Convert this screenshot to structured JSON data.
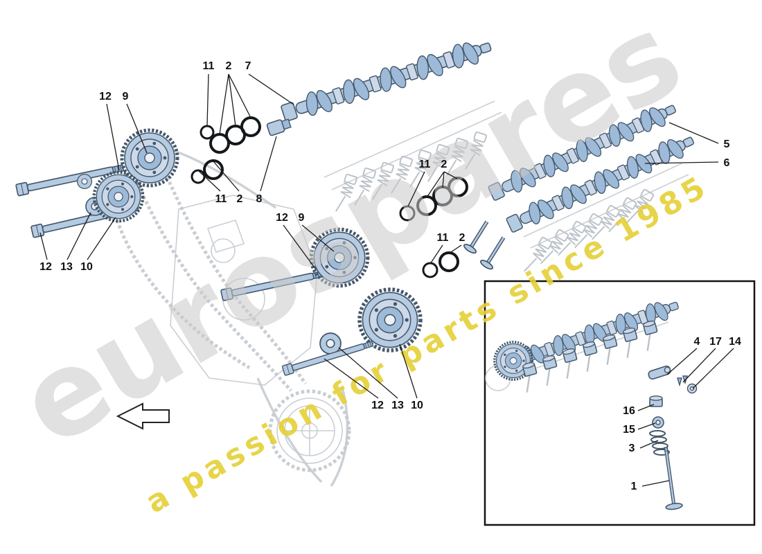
{
  "watermark": {
    "brand": "eurospares",
    "tagline": "a passion for parts since 1985",
    "brand_color": "#c9c9c9",
    "tagline_color": "#e4cf35"
  },
  "palette": {
    "part_blue": "#b5cbe2",
    "part_outline": "#44576b",
    "faint_gray": "#c7ccd2",
    "seal_black": "#15181b",
    "label_black": "#101010"
  },
  "callouts": [
    {
      "name": "bolt-upper-left",
      "text": "12"
    },
    {
      "name": "variator-upper-left",
      "text": "9"
    },
    {
      "name": "seal-top",
      "text": "11"
    },
    {
      "name": "oring-top",
      "text": "2"
    },
    {
      "name": "exhaust-camshaft",
      "text": "7"
    },
    {
      "name": "seal-left",
      "text": "11"
    },
    {
      "name": "oring-left",
      "text": "2"
    },
    {
      "name": "cam-end-cap",
      "text": "8"
    },
    {
      "name": "intake-camshaft-upper",
      "text": "5"
    },
    {
      "name": "intake-camshaft-lower",
      "text": "6"
    },
    {
      "name": "seal-mid",
      "text": "11"
    },
    {
      "name": "oring-mid",
      "text": "2"
    },
    {
      "name": "bolt-center",
      "text": "12"
    },
    {
      "name": "variator-center",
      "text": "9"
    },
    {
      "name": "seal-lower",
      "text": "11"
    },
    {
      "name": "oring-lower",
      "text": "2"
    },
    {
      "name": "bolt-left",
      "text": "12"
    },
    {
      "name": "washer-left",
      "text": "13"
    },
    {
      "name": "variator-left",
      "text": "10"
    },
    {
      "name": "bolt-bottom",
      "text": "12"
    },
    {
      "name": "washer-bottom",
      "text": "13"
    },
    {
      "name": "variator-bottom",
      "text": "10"
    },
    {
      "name": "inset-rocker",
      "text": "4"
    },
    {
      "name": "inset-collet",
      "text": "17"
    },
    {
      "name": "inset-retainer",
      "text": "14"
    },
    {
      "name": "inset-tappet",
      "text": "16"
    },
    {
      "name": "inset-spring-seat",
      "text": "15"
    },
    {
      "name": "inset-valve-spring",
      "text": "3"
    },
    {
      "name": "inset-valve",
      "text": "1"
    }
  ]
}
